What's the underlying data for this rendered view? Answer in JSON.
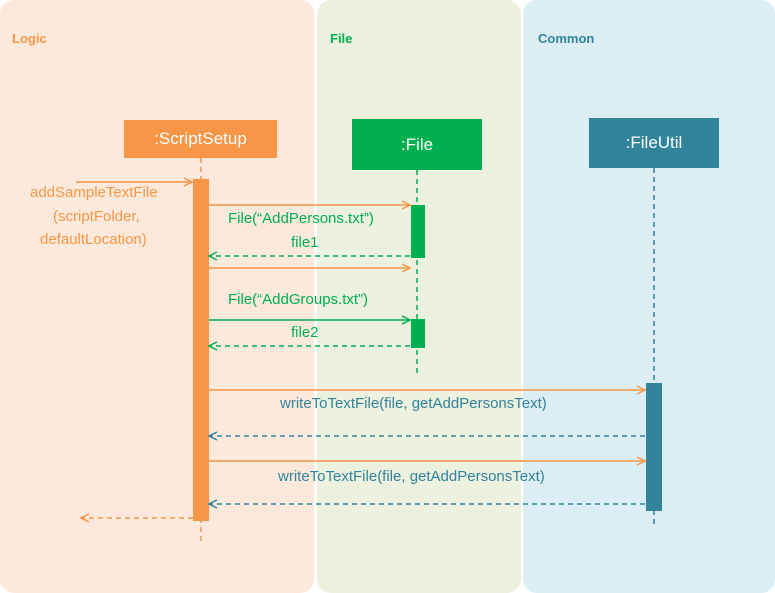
{
  "colors": {
    "logic_bg": "#fde9dc",
    "file_bg": "#ebf1de",
    "common_bg": "#dbeef4",
    "logic": "#f79646",
    "file": "#00b050",
    "common": "#31849b"
  },
  "lanes": {
    "logic": "Logic",
    "file": "File",
    "common": "Common"
  },
  "participants": {
    "script_setup": ":ScriptSetup",
    "file": ":File",
    "file_util": ":FileUtil"
  },
  "messages": {
    "entry_line1": "addSampleTextFile",
    "entry_line2": "(scriptFolder,",
    "entry_line3": "defaultLocation)",
    "file_call_1": "File(“AddPersons.txt”)",
    "file_return_1": "file1",
    "file_call_2": "File(“AddGroups.txt”)",
    "file_return_2": "file2",
    "write_call_1": "writeToTextFile(file, getAddPersonsText)",
    "write_call_2": "writeToTextFile(file, getAddPersonsText)"
  }
}
